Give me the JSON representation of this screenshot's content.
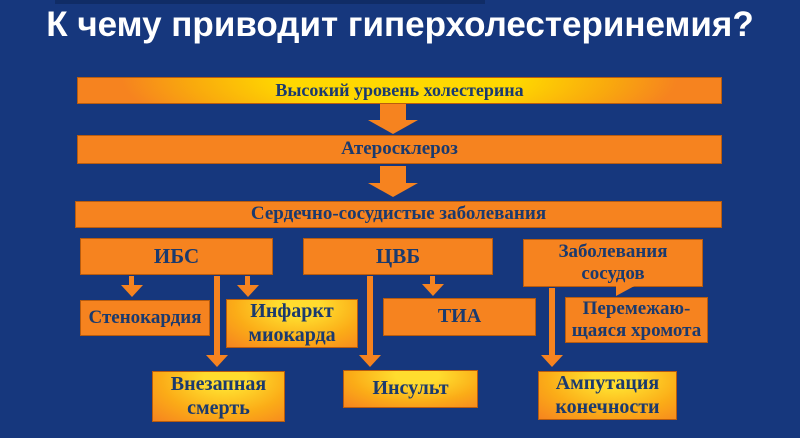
{
  "slide": {
    "title": "К чему приводит гиперхолестеринемия?",
    "nodes": {
      "cholesterol": "Высокий уровень холестерина",
      "atherosclerosis": "Атеросклероз",
      "cvd": "Сердечно-сосудистые  заболевания",
      "ihd": "ИБС",
      "cvb": "ЦВБ",
      "vascular": "Заболевания\nсосудов",
      "angina": "Стенокардия",
      "mi": "Инфаркт\nмиокарда",
      "tia": "ТИА",
      "claudication": "Перемежаю-\nщаяся хромота",
      "sudden_death": "Внезапная\nсмерть",
      "stroke": "Инсульт",
      "amputation": "Ампутация\nконечности"
    },
    "edges": [
      {
        "from": "cholesterol",
        "to": "atherosclerosis"
      },
      {
        "from": "atherosclerosis",
        "to": "cvd"
      },
      {
        "from": "ihd",
        "to": "angina"
      },
      {
        "from": "ihd",
        "to": "mi"
      },
      {
        "from": "ihd",
        "to": "sudden_death"
      },
      {
        "from": "cvb",
        "to": "tia"
      },
      {
        "from": "cvb",
        "to": "stroke"
      },
      {
        "from": "vascular",
        "to": "claudication"
      },
      {
        "from": "vascular",
        "to": "amputation"
      }
    ],
    "colors": {
      "background": "#16377D",
      "box_orange": "#F6831F",
      "highlight_yellow": "#FFD800",
      "box_border": "#B95C0E",
      "box_text": "#1B3A6E",
      "title_text": "#FFFFFF"
    }
  }
}
